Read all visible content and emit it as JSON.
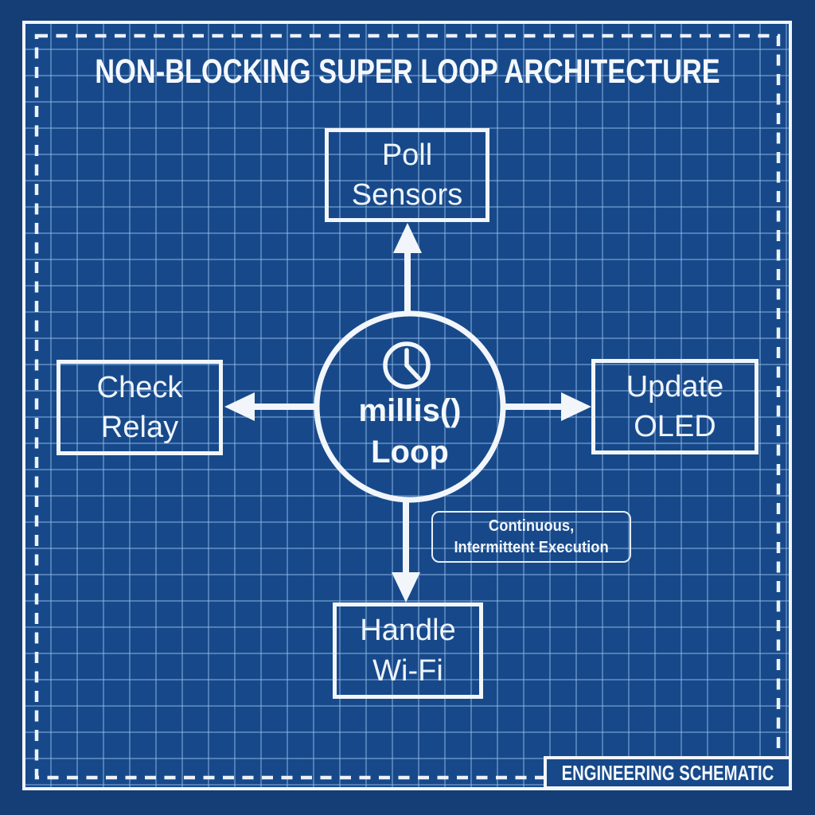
{
  "title": "NON-BLOCKING SUPER LOOP ARCHITECTURE",
  "colors": {
    "background": "#143e75",
    "panel": "#17498a",
    "grid_line": "#6f9ed0",
    "stroke_white": "#f2f6fa"
  },
  "center_node": {
    "icon": "clock-icon",
    "label": "millis()\nLoop"
  },
  "nodes": {
    "top": {
      "label": "Poll\nSensors"
    },
    "left": {
      "label": "Check\nRelay"
    },
    "right": {
      "label": "Update\nOLED"
    },
    "bottom": {
      "label": "Handle\nWi-Fi"
    }
  },
  "annotation": {
    "label": "Continuous,\nIntermittent Execution"
  },
  "stamp": {
    "label": "ENGINEERING SCHEMATIC"
  }
}
